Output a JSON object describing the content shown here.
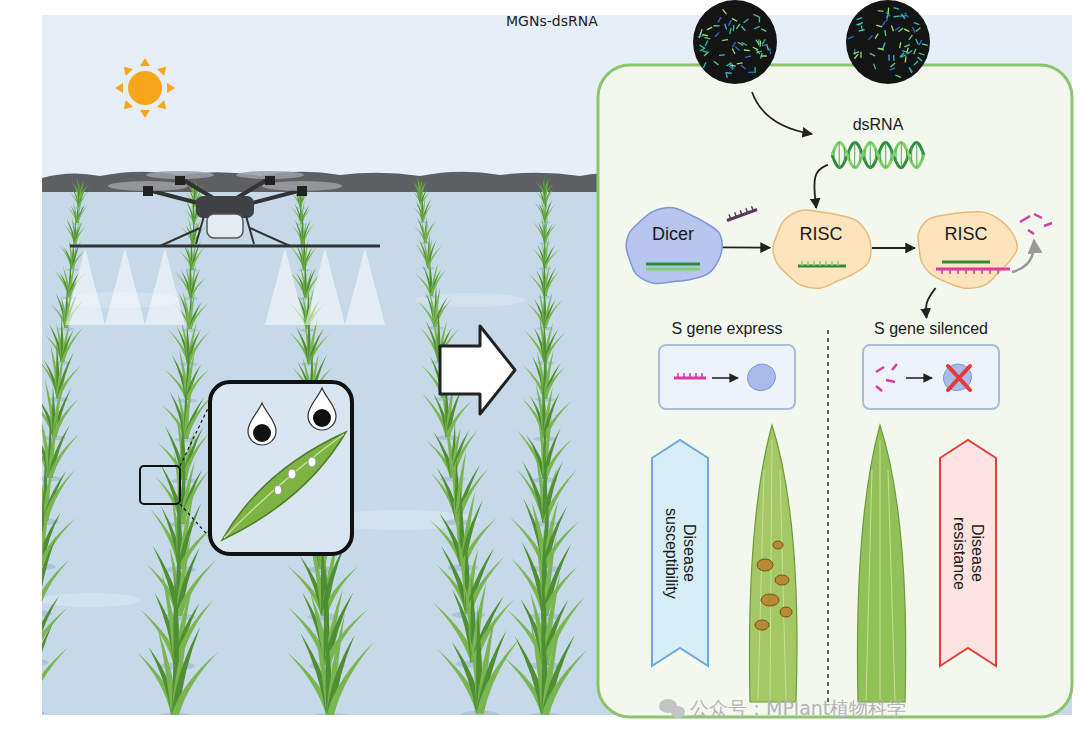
{
  "diagram": {
    "nodes": [
      {
        "text": [
          "dsRNA"
        ]
      },
      {
        "text": [
          "Dicer"
        ]
      },
      {
        "text": [
          "RISC"
        ]
      },
      {
        "text": [
          "RISC"
        ]
      },
      {
        "text": [
          "S gene express"
        ]
      },
      {
        "text": [
          "S gene silenced"
        ]
      },
      {
        "text": [
          "Disease susceptibility"
        ]
      },
      {
        "text": [
          "Disease resistance"
        ]
      }
    ],
    "edges": [
      {
        "from": 0,
        "to": 2,
        "arrow": "to"
      },
      {
        "from": 1,
        "to": 2,
        "arrow": "to"
      },
      {
        "from": 2,
        "to": 3,
        "arrow": "to"
      },
      {
        "from": 3,
        "to": 5,
        "arrow": "to"
      }
    ],
    "labels": [
      "MGNs-dsRNA",
      "公众号：MPlant植物科学"
    ]
  }
}
